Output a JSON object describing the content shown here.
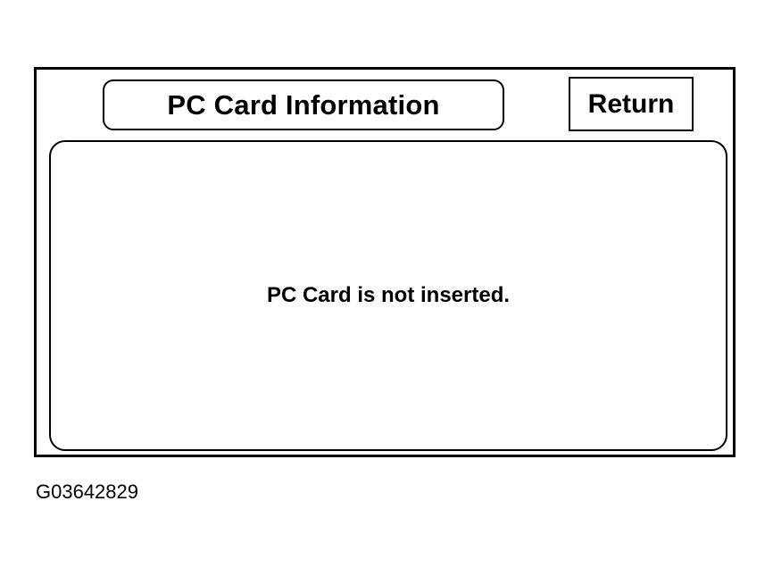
{
  "screen": {
    "title": "PC Card Information",
    "return_label": "Return",
    "message": "PC Card is not inserted."
  },
  "figure": {
    "code": "G03642829"
  }
}
